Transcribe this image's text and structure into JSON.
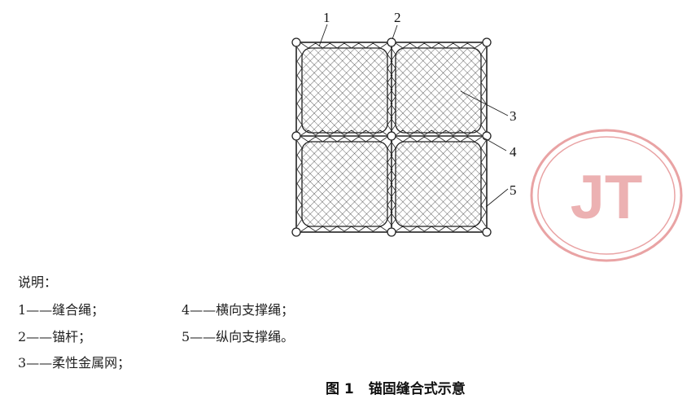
{
  "figure": {
    "callouts": [
      "1",
      "2",
      "3",
      "4",
      "5"
    ],
    "watermark": "JT"
  },
  "legend": {
    "heading": "说明：",
    "items": [
      "1——缝合绳；",
      "2——锚杆；",
      "3——柔性金属网；",
      "4——横向支撑绳；",
      "5——纵向支撑绳。"
    ]
  },
  "caption": {
    "number": "图 1",
    "title": "锚固缝合式示意"
  },
  "colors": {
    "ink": "#222222",
    "watermark": "#e9a3a4"
  }
}
